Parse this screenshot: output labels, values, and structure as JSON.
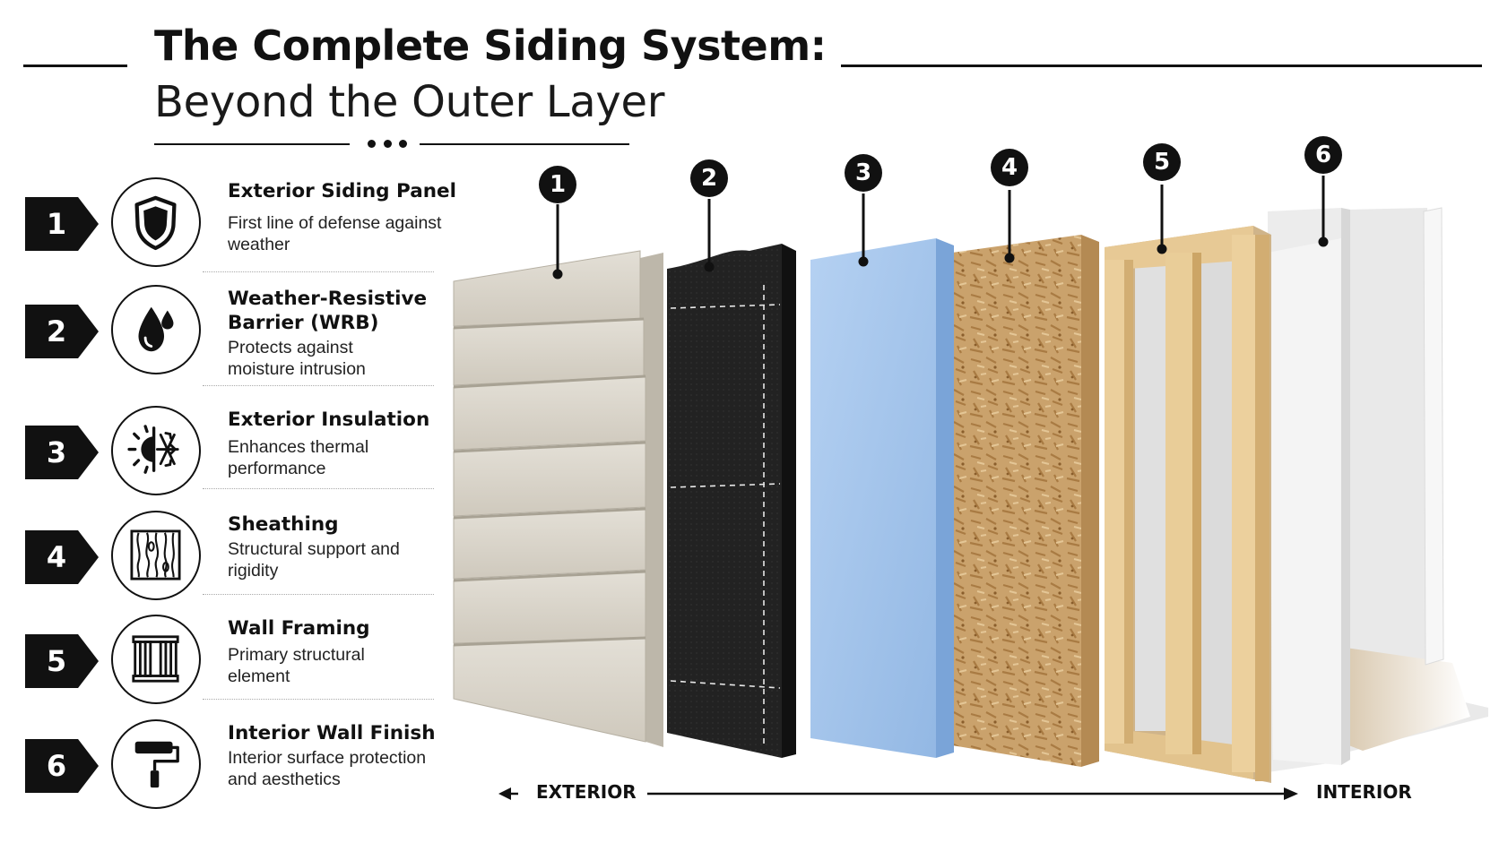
{
  "title": {
    "main": "The Complete Siding System:",
    "sub": "Beyond the Outer Layer"
  },
  "layers": [
    {
      "number": "1",
      "icon": "shield-icon",
      "title": "Exterior Siding Panel",
      "description": "First line of defense against weather",
      "color": "#d6d1c6"
    },
    {
      "number": "2",
      "icon": "water-drop-icon",
      "title": "Weather-Resistive Barrier (WRB)",
      "description": "Protects against moisture intrusion",
      "color": "#1f1f1f"
    },
    {
      "number": "3",
      "icon": "sun-snowflake-icon",
      "title": "Exterior Insulation",
      "description": "Enhances thermal performance",
      "color": "#a9c8ec"
    },
    {
      "number": "4",
      "icon": "wood-grain-icon",
      "title": "Sheathing",
      "description": "Structural support and rigidity",
      "color": "#c9a06a"
    },
    {
      "number": "5",
      "icon": "wall-framing-icon",
      "title": "Wall Framing",
      "description": "Primary structural element",
      "color": "#e6c893"
    },
    {
      "number": "6",
      "icon": "paint-roller-icon",
      "title": "Interior Wall Finish",
      "description": "Interior surface protection and aesthetics",
      "color": "#f3f3f3"
    }
  ],
  "direction": {
    "left_label": "EXTERIOR",
    "right_label": "INTERIOR"
  }
}
